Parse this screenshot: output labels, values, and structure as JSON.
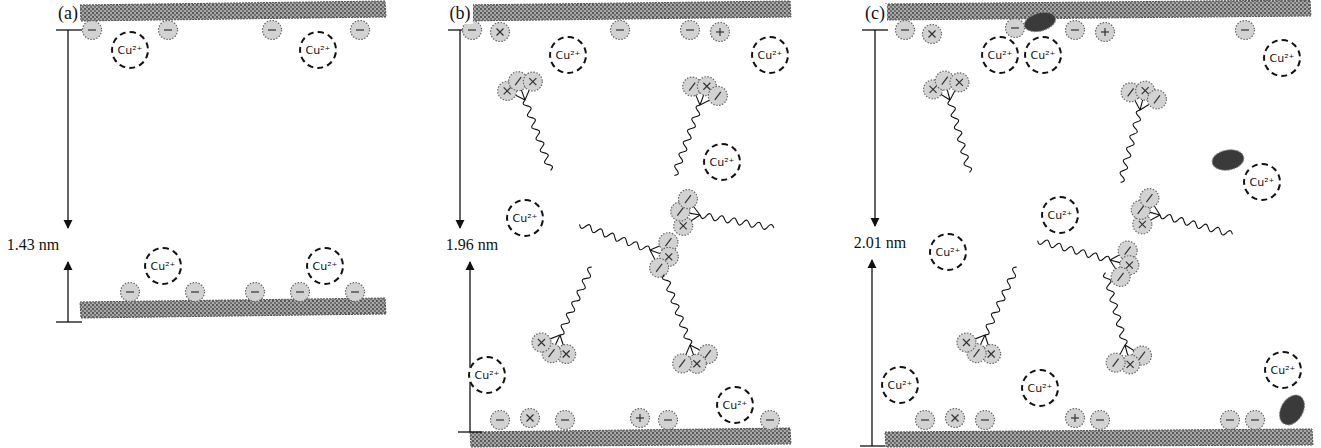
{
  "diagram": {
    "nodes": [
      {
        "text": [
          "Cu²⁺"
        ]
      },
      {
        "text": [
          "Cu²⁺"
        ]
      },
      {
        "text": [
          "Cu²⁺"
        ]
      },
      {
        "text": [
          "Cu²⁺"
        ]
      },
      {
        "text": [
          "Cu²⁺"
        ]
      },
      {
        "text": [
          "Cu²⁺"
        ]
      },
      {
        "text": [
          "Cu²⁺"
        ]
      },
      {
        "text": [
          "Cu²⁺"
        ]
      },
      {
        "text": [
          "Cu²⁺"
        ]
      },
      {
        "text": [
          "Cu²⁺"
        ]
      },
      {
        "text": [
          "Cu²⁺"
        ]
      },
      {
        "text": [
          "Cu²⁺"
        ]
      },
      {
        "text": [
          "Cu²⁺"
        ]
      },
      {
        "text": [
          "Cu²⁺"
        ]
      },
      {
        "text": [
          "Cu²⁺"
        ]
      },
      {
        "text": [
          "Cu²⁺"
        ]
      },
      {
        "text": [
          "Cu²⁺"
        ]
      },
      {
        "text": [
          "Cu²⁺"
        ]
      },
      {
        "text": [
          "Cu²⁺"
        ]
      }
    ],
    "labels": [
      "(a)",
      "1.43 nm",
      "(b)",
      "1.96 nm",
      "(c)",
      "2.01 nm"
    ]
  }
}
